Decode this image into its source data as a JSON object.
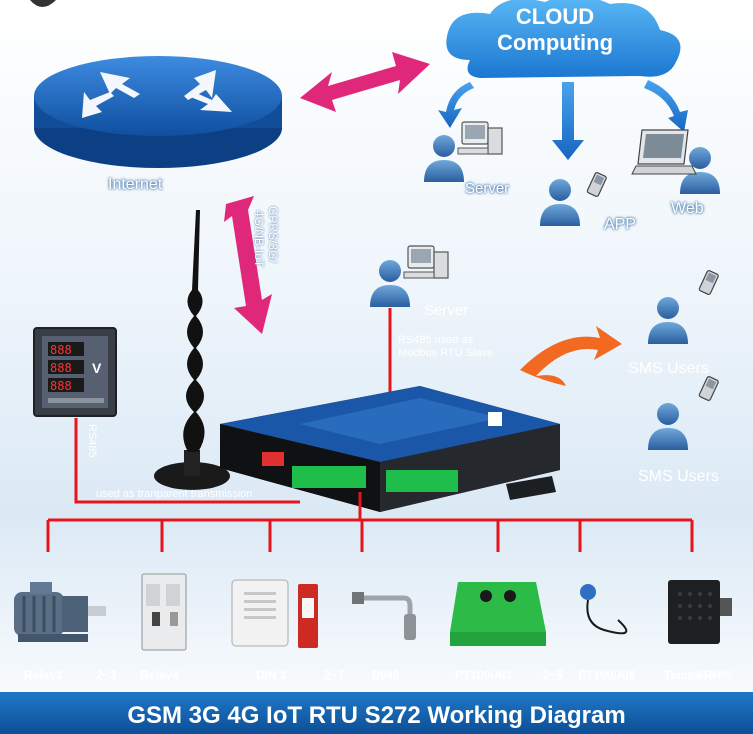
{
  "title": "GSM 3G 4G IoT RTU S272 Working Diagram",
  "cloud": {
    "line1": "CLOUD",
    "line2": "Computing"
  },
  "nodes": {
    "internet": "Internet",
    "cloud_server": "Server",
    "app": "APP",
    "web": "Web",
    "local_server": "Server",
    "sms_users_1": "SMS Users",
    "sms_users_2": "SMS Users"
  },
  "links": {
    "gprs_line1": "GPRS/3G/",
    "gprs_line2": "4G/NB-IoT",
    "rs485_slave_line1": "RS485 used as",
    "rs485_slave_line2": "Modbus RTU Slave",
    "rs485": "RS485",
    "transparent": "used as tranparent transmission"
  },
  "meter": {
    "unit": "V"
  },
  "devices": [
    "Relay1",
    "2~3",
    "Relay4",
    "DIN 1",
    "2~7",
    "DIN8",
    "PT100/AI1",
    "2~5",
    "PT100/AI6",
    "Temp&RH%"
  ],
  "colors": {
    "bus": "#e8141c",
    "arrow": "#e0287a",
    "cloud": "#2a8ee0",
    "router": "#1a5fb4",
    "footer": "#1666b8"
  }
}
